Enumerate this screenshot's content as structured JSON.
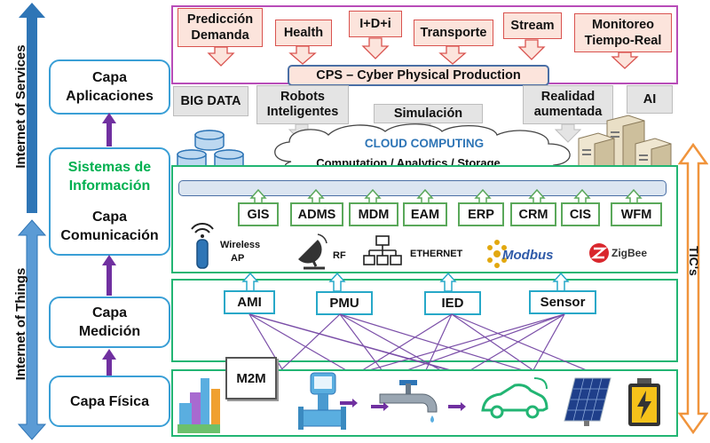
{
  "axis": {
    "internet_of_services": "Internet of Services",
    "internet_of_things": "Internet of Things",
    "tics": "TIC's"
  },
  "layers": {
    "aplicaciones": [
      "Capa",
      "Aplicaciones"
    ],
    "sistemas": [
      "Sistemas de",
      "Información"
    ],
    "comunicacion": [
      "Capa",
      "Comunicación"
    ],
    "medicion": [
      "Capa",
      "Medición"
    ],
    "fisica": "Capa Física"
  },
  "services": {
    "items": [
      [
        "Predicción",
        "Demanda"
      ],
      [
        "Health"
      ],
      [
        "I+D+i"
      ],
      [
        "Transporte"
      ],
      [
        "Stream"
      ],
      [
        "Monitoreo",
        "Tiempo-Real"
      ]
    ],
    "cps": "CPS – Cyber Physical Production"
  },
  "gray_boxes": {
    "big_data": "BIG DATA",
    "robots": [
      "Robots",
      "Inteligentes"
    ],
    "simulacion": "Simulación",
    "realidad": [
      "Realidad",
      "aumentada"
    ],
    "ai": "AI"
  },
  "cloud": {
    "title": "CLOUD COMPUTING",
    "subtitle": "Computation / Analytics / Storage"
  },
  "systems": [
    "GIS",
    "ADMS",
    "MDM",
    "EAM",
    "ERP",
    "CRM",
    "CIS",
    "WFM"
  ],
  "comms": {
    "wireless": [
      "Wireless",
      "AP"
    ],
    "rf": "RF",
    "ethernet": "ETHERNET",
    "modbus": "Modbus",
    "zigbee": "ZigBee"
  },
  "meters": [
    "AMI",
    "PMU",
    "IED",
    "Sensor"
  ],
  "m2m": "M2M",
  "colors": {
    "service_fill": "#fce4dc",
    "service_border": "#d9534f",
    "layer_border": "#3a9fd6",
    "panel_border": "#22b573",
    "top_panel_border": "#b84cb8",
    "arrow_purple": "#7030a0",
    "axis_blue": "#2e75b6",
    "tics_orange": "#f0943c",
    "info_green": "#00b050"
  }
}
